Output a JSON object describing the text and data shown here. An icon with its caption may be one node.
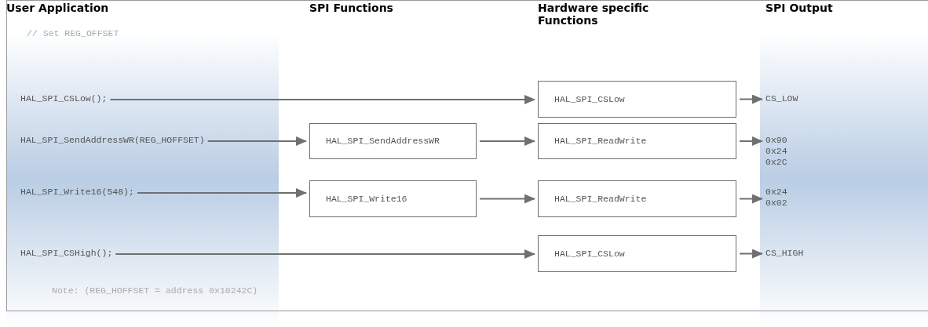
{
  "diagram": {
    "nodes": [
      {
        "text": [
          "HAL_SPI_CSLow();"
        ]
      },
      {
        "text": [
          "HAL_SPI_CSLow"
        ]
      },
      {
        "text": [
          "CS_LOW"
        ]
      },
      {
        "text": [
          "HAL_SPI_SendAddressWR(REG_HOFFSET)"
        ]
      },
      {
        "text": [
          "HAL_SPI_SendAddressWR"
        ]
      },
      {
        "text": [
          "HAL_SPI_ReadWrite"
        ]
      },
      {
        "text": [
          "0x90",
          "0x24",
          "0x2C"
        ]
      },
      {
        "text": [
          "HAL_SPI_Write16(548);"
        ]
      },
      {
        "text": [
          "HAL_SPI_Write16"
        ]
      },
      {
        "text": [
          "HAL_SPI_ReadWrite"
        ]
      },
      {
        "text": [
          "0x24",
          "0x02"
        ]
      },
      {
        "text": [
          "HAL_SPI_CSHigh();"
        ]
      },
      {
        "text": [
          "HAL_SPI_CSLow"
        ]
      },
      {
        "text": [
          "CS_HIGH"
        ]
      }
    ],
    "edges": [
      {
        "from": 0,
        "to": 1,
        "arrow": "to"
      },
      {
        "from": 1,
        "to": 2,
        "arrow": "to"
      },
      {
        "from": 3,
        "to": 4,
        "arrow": "to"
      },
      {
        "from": 4,
        "to": 5,
        "arrow": "to"
      },
      {
        "from": 5,
        "to": 6,
        "arrow": "to"
      },
      {
        "from": 7,
        "to": 8,
        "arrow": "to"
      },
      {
        "from": 8,
        "to": 9,
        "arrow": "to"
      },
      {
        "from": 9,
        "to": 10,
        "arrow": "to"
      },
      {
        "from": 11,
        "to": 12,
        "arrow": "to"
      },
      {
        "from": 12,
        "to": 13,
        "arrow": "to"
      }
    ],
    "labels": [
      "User Application",
      "SPI Functions",
      "Hardware specific Functions",
      "SPI Output",
      "// Set REG_OFFSET",
      "Note: (REG_HOFFSET = address 0x10242C)"
    ]
  }
}
